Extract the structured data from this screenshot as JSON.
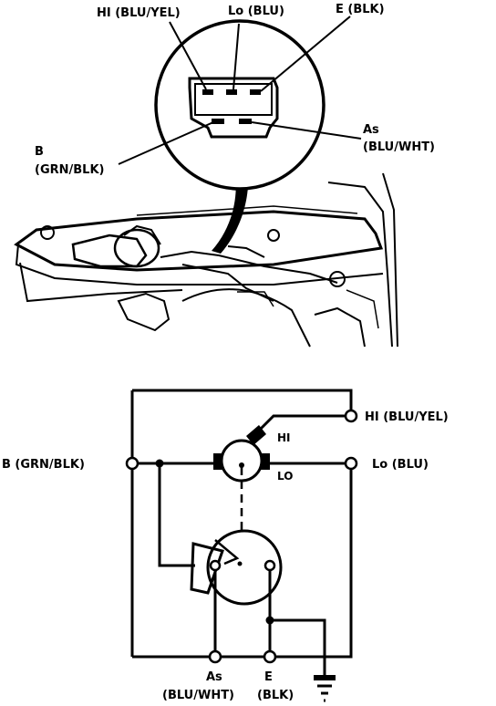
{
  "connector": {
    "hi_label": "HI (BLU/YEL)",
    "lo_label": "Lo (BLU)",
    "e_label": "E (BLK)",
    "b_label_line1": "B",
    "b_label_line2": "(GRN/BLK)",
    "as_label_line1": "As",
    "as_label_line2": "(BLU/WHT)"
  },
  "schematic": {
    "hi_terminal": "HI (BLU/YEL)",
    "lo_terminal": "Lo (BLU)",
    "b_terminal": "B (GRN/BLK)",
    "motor_hi": "HI",
    "motor_lo": "LO",
    "as_line1": "As",
    "as_line2": "(BLU/WHT)",
    "e_line1": "E",
    "e_line2": "(BLK)"
  }
}
